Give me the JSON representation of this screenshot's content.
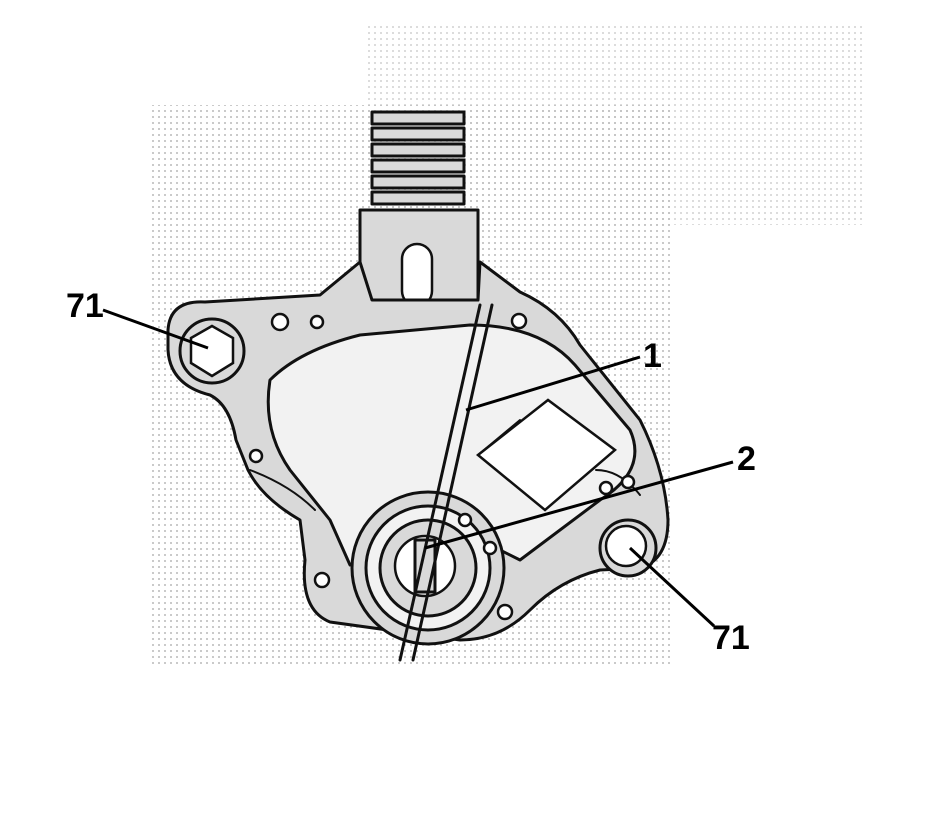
{
  "callouts": {
    "bolt_left": "71",
    "lever": "1",
    "shaft": "2",
    "bolt_right": "71"
  },
  "icons": [
    "connector-icon",
    "switch-body-icon",
    "bolt-icon",
    "shaft-icon"
  ]
}
